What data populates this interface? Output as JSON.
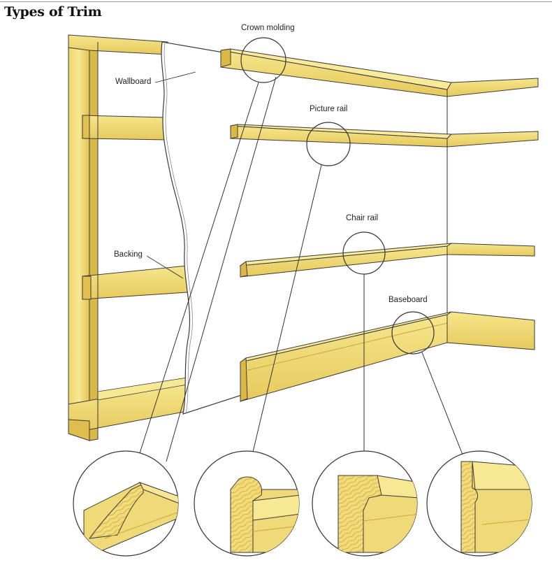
{
  "title": "Types of Trim",
  "labels": {
    "crown_molding": "Crown molding",
    "wallboard": "Wallboard",
    "picture_rail": "Picture rail",
    "chair_rail": "Chair rail",
    "backing": "Backing",
    "baseboard": "Baseboard"
  },
  "colors": {
    "wood": "#f3e07a",
    "wood_dark": "#d9b94a",
    "wood_grain": "#c9a640",
    "wallboard": "#ffffff",
    "outline": "#3a3a3a"
  }
}
